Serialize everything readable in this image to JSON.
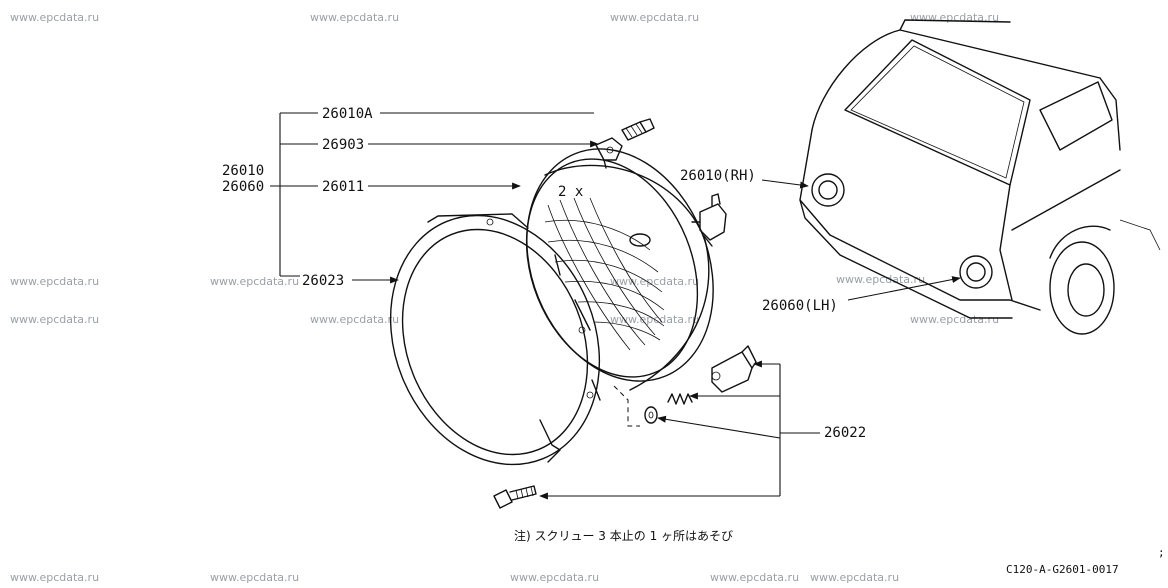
{
  "watermark": "www.epcdata.ru",
  "labels": {
    "p26010A": "26010A",
    "p26903": "26903",
    "p26010": "26010",
    "p26060": "26060",
    "p26011": "26011",
    "p26023": "26023",
    "p26022": "26022",
    "rh": "26010(RH)",
    "lh": "26060(LH)",
    "qty": "2 x"
  },
  "note": "注) スクリュー 3 本止の 1 ヶ所はあそび",
  "drawing_code": "C120-A-G2601-0017",
  "edge_mark": ";"
}
